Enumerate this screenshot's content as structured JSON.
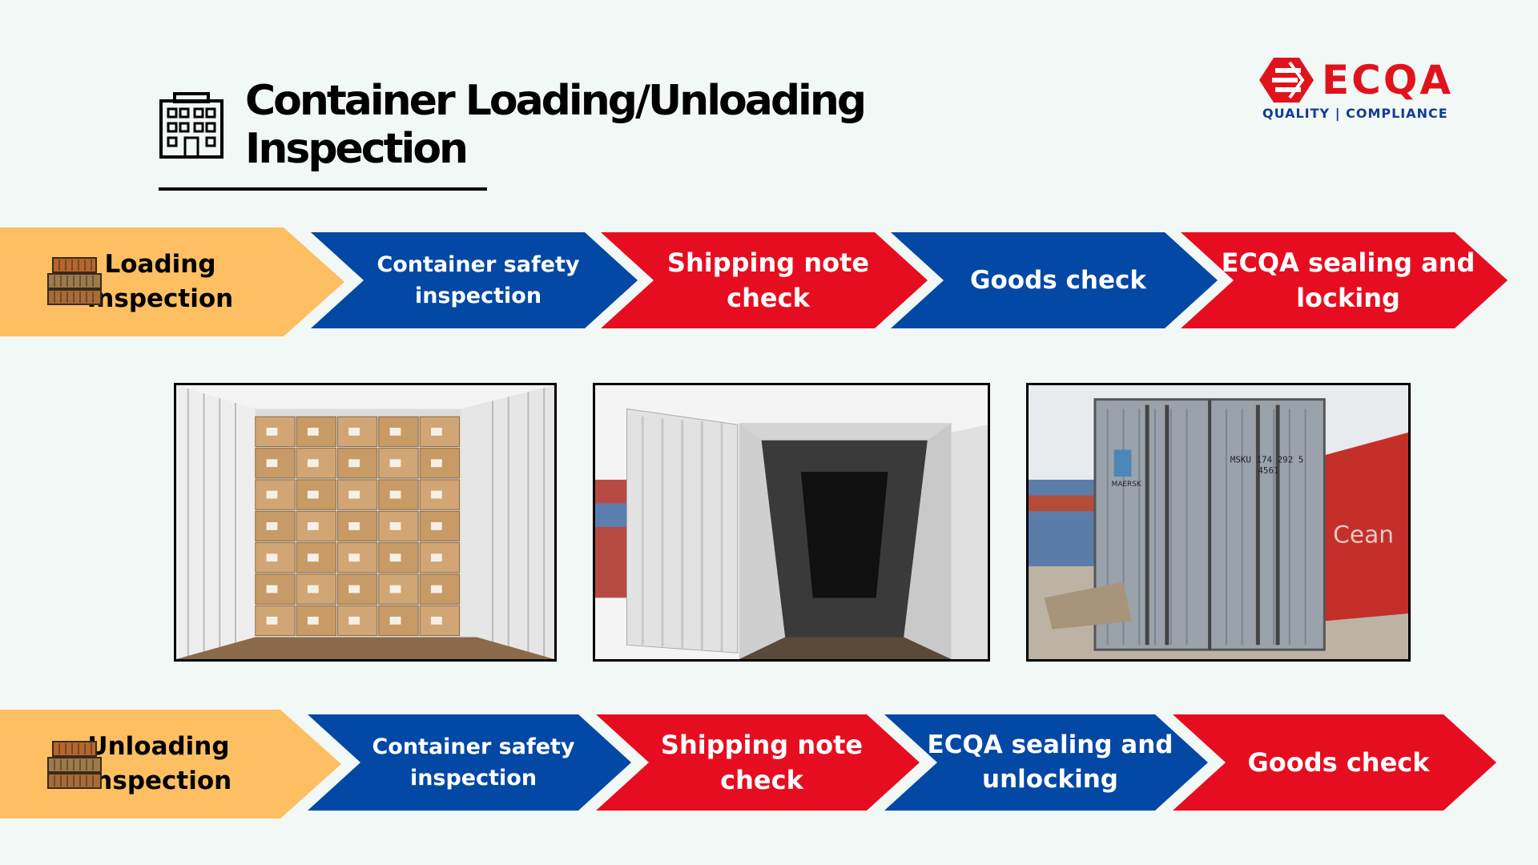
{
  "header": {
    "title": "Container Loading/Unloading Inspection",
    "title_icon": "building-icon"
  },
  "logo": {
    "name": "ECQA",
    "tagline": "QUALITY | COMPLIANCE",
    "brand_red": "#e0131d",
    "brand_blue": "#123b91"
  },
  "loading_flow": {
    "steps": [
      {
        "label": "Loading Inspection",
        "color": "#fdbf62",
        "icon": "container-stack-icon"
      },
      {
        "label": "Container safety inspection",
        "color": "#0448a5"
      },
      {
        "label": "Shipping note check",
        "color": "#e70d20"
      },
      {
        "label": "Goods check",
        "color": "#0448a5"
      },
      {
        "label": "ECQA sealing and locking",
        "color": "#e70d20"
      }
    ]
  },
  "photos": [
    {
      "description_icon": "boxes-in-container-photo"
    },
    {
      "description_icon": "empty-container-photo"
    },
    {
      "description_icon": "container-doors-photo"
    }
  ],
  "unloading_flow": {
    "steps": [
      {
        "label": "Unloading Inspection",
        "color": "#fdbf62",
        "icon": "container-stack-icon"
      },
      {
        "label": "Container safety inspection",
        "color": "#0448a5"
      },
      {
        "label": "Shipping note check",
        "color": "#e70d20"
      },
      {
        "label": "ECQA sealing and unlocking",
        "color": "#0448a5"
      },
      {
        "label": "Goods check",
        "color": "#e70d20"
      }
    ]
  },
  "photo_text": {
    "container_id": "MSKU 174 292 5",
    "container_sub": "4561",
    "brand": "MAERSK",
    "side_text": "Cean"
  }
}
